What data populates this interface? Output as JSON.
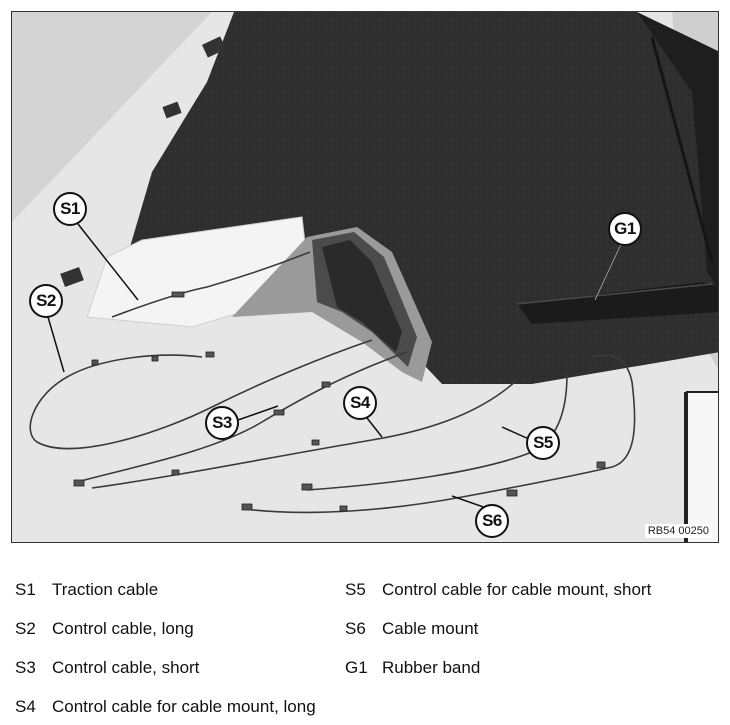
{
  "figure": {
    "callouts": [
      "S1",
      "S2",
      "S3",
      "S4",
      "S5",
      "S6",
      "G1"
    ],
    "reference_code": "RB54 00250"
  },
  "legend": {
    "items": [
      {
        "code": "S1",
        "text": "Traction cable"
      },
      {
        "code": "S2",
        "text": "Control cable, long"
      },
      {
        "code": "S3",
        "text": "Control cable, short"
      },
      {
        "code": "S4",
        "text": "Control cable for cable mount, long"
      },
      {
        "code": "S5",
        "text": "Control cable for cable mount, short"
      },
      {
        "code": "S6",
        "text": "Cable mount"
      },
      {
        "code": "G1",
        "text": "Rubber band"
      }
    ]
  }
}
